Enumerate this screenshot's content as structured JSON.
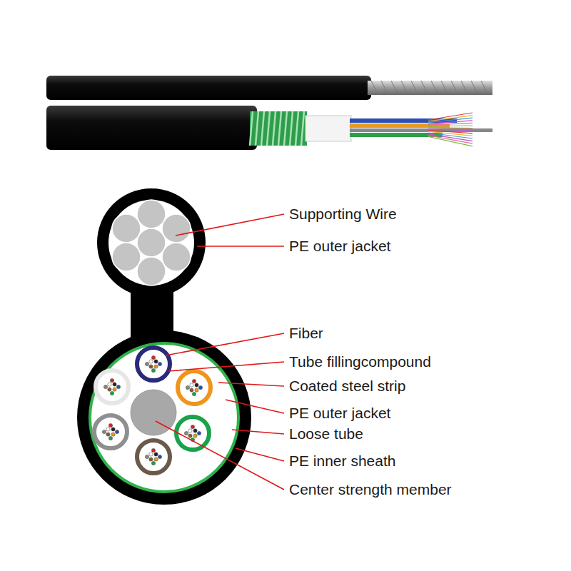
{
  "diagram": {
    "labels": [
      "Supporting Wire",
      "PE outer jacket",
      "Fiber",
      "Tube fillingcompound",
      "Coated steel strip",
      "PE outer jacket",
      "Loose tube",
      "PE inner sheath",
      "Center strength member"
    ]
  }
}
